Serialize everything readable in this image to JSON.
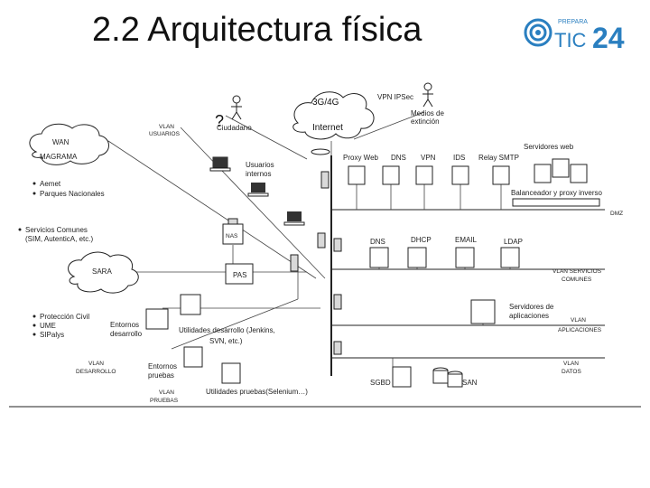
{
  "slide": {
    "title": "2.2 Arquitectura física"
  },
  "logo": {
    "top_text": "PREPARA",
    "main_text": "TIC",
    "number": "24",
    "brand_color": "#2a7fc0"
  },
  "diagram": {
    "clouds": {
      "internet_top": "3G/4G",
      "internet_bottom": "Internet",
      "wan_line1": "WAN",
      "wan_line2": "MAGRAMA",
      "sara": "SARA"
    },
    "actors": {
      "question_mark": "?",
      "ciudadano": "Ciudadano",
      "vpn_ipsec": "VPN IPSec",
      "medios_line1": "Medios de",
      "medios_line2": "extinción"
    },
    "vlans": {
      "usuarios_line1": "VLAN",
      "usuarios_line2": "USUARIOS",
      "dmz": "DMZ",
      "servicios_line1": "VLAN SERVICIOS",
      "servicios_line2": "COMUNES",
      "aplicaciones_line1": "VLAN",
      "aplicaciones_line2": "APLICACIONES",
      "datos_line1": "VLAN",
      "datos_line2": "DATOS",
      "desarrollo_line1": "VLAN",
      "desarrollo_line2": "DESARROLLO",
      "pruebas_line1": "VLAN",
      "pruebas_line2": "PRUEBAS"
    },
    "wan_bullets": [
      "Aemet",
      "Parques Nacionales"
    ],
    "servicios_comunes_line1": "Servicios Comunes",
    "servicios_comunes_line2": "(SIM, AutenticA, etc.)",
    "sara_bullets": [
      "Protección Civil",
      "UME",
      "SIPalys"
    ],
    "usuarios_internos_line1": "Usuarios",
    "usuarios_internos_line2": "internos",
    "nas": "NAS",
    "pas": "PAS",
    "dmz_servers": [
      "Proxy Web",
      "DNS",
      "VPN",
      "IDS",
      "Relay SMTP"
    ],
    "servidores_web": "Servidores web",
    "balanceador": "Balanceador y proxy inverso",
    "common_servers": [
      "DNS",
      "DHCP",
      "EMAIL",
      "LDAP"
    ],
    "app_servers_line1": "Servidores de",
    "app_servers_line2": "aplicaciones",
    "sgbd": "SGBD",
    "san": "SAN",
    "entornos_desarrollo_line1": "Entornos",
    "entornos_desarrollo_line2": "desarrollo",
    "utilidades_desarrollo_line1": "Utilidades desarrollo (Jenkins,",
    "utilidades_desarrollo_line2": "SVN, etc.)",
    "entornos_pruebas_line1": "Entornos",
    "entornos_pruebas_line2": "pruebas",
    "utilidades_pruebas": "Utilidades pruebas(Selenium…)"
  }
}
